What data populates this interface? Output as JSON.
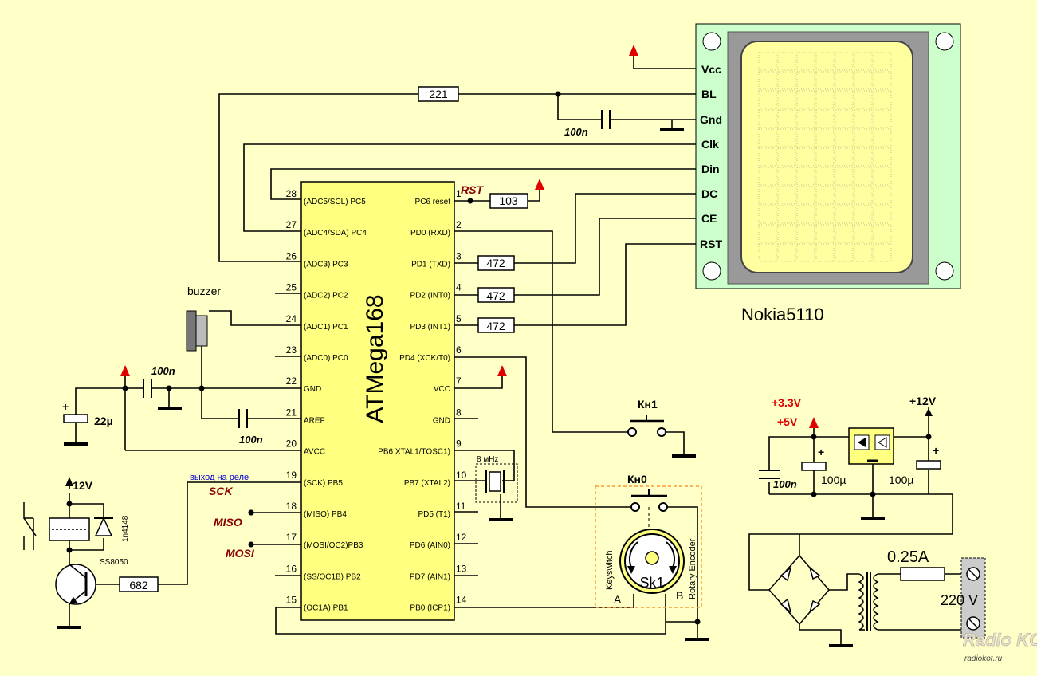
{
  "mcu": {
    "name": "ATMega168",
    "left_pins": [
      {
        "num": "28",
        "label": "(ADC5/SCL) PC5"
      },
      {
        "num": "27",
        "label": "(ADC4/SDA) PC4"
      },
      {
        "num": "26",
        "label": "(ADC3) PC3"
      },
      {
        "num": "25",
        "label": "(ADC2) PC2"
      },
      {
        "num": "24",
        "label": "(ADC1) PC1"
      },
      {
        "num": "23",
        "label": "(ADC0) PC0"
      },
      {
        "num": "22",
        "label": "GND"
      },
      {
        "num": "21",
        "label": "AREF"
      },
      {
        "num": "20",
        "label": "AVCC"
      },
      {
        "num": "19",
        "label": "(SCK) PB5"
      },
      {
        "num": "18",
        "label": "(MISO) PB4"
      },
      {
        "num": "17",
        "label": "(MOSI/OC2)PB3"
      },
      {
        "num": "16",
        "label": "(SS/OC1B) PB2"
      },
      {
        "num": "15",
        "label": "(OC1A) PB1"
      }
    ],
    "right_pins": [
      {
        "num": "1",
        "label": "PC6 reset"
      },
      {
        "num": "2",
        "label": "PD0 (RXD)"
      },
      {
        "num": "3",
        "label": "PD1 (TXD)"
      },
      {
        "num": "4",
        "label": "PD2 (INT0)"
      },
      {
        "num": "5",
        "label": "PD3 (INT1)"
      },
      {
        "num": "6",
        "label": "PD4 (XCK/T0)"
      },
      {
        "num": "7",
        "label": "VCC"
      },
      {
        "num": "8",
        "label": "GND"
      },
      {
        "num": "9",
        "label": "PB6 XTAL1/TOSC1)"
      },
      {
        "num": "10",
        "label": "PB7 (XTAL2)"
      },
      {
        "num": "11",
        "label": "PD5  (T1)"
      },
      {
        "num": "12",
        "label": "PD6 (AIN0)"
      },
      {
        "num": "13",
        "label": "PD7 (AIN1)"
      },
      {
        "num": "14",
        "label": "PB0 (ICP1)"
      }
    ]
  },
  "lcd": {
    "name": "Nokia5110",
    "pins": [
      "Vcc",
      "BL",
      "Gnd",
      "Clk",
      "Din",
      "DC",
      "CE",
      "RST"
    ]
  },
  "components": {
    "r_bl": "221",
    "r_reset": "103",
    "r1": "472",
    "r2": "472",
    "r3": "472",
    "r_base": "682",
    "c_bl": "100n",
    "c_gnd": "100n",
    "c_aref": "100n",
    "c_22u": "22µ",
    "c_ps1": "100n",
    "c_ps2": "100µ",
    "c_ps3": "100µ",
    "fuse": "0.25A",
    "mains": "220  V",
    "crystal": "8 мHz",
    "buzzer": "buzzer",
    "diode": "1n4148",
    "transistor": "SS8050",
    "btn1": "Кн1",
    "btn0": "Кн0",
    "encoder": "Sk1",
    "enc_a": "A",
    "enc_b": "B",
    "keyswitch": "Keyswitch",
    "rotary": "Rotary  Encoder"
  },
  "labels": {
    "rst": "RST",
    "sck": "SCK",
    "miso": "MISO",
    "mosi": "MOSI",
    "relay_note": "выход на реле",
    "v12_relay": "+12V",
    "v12_ps": "+12V",
    "v33": "+3.3V",
    "v5": "+5V",
    "plus": "+",
    "watermark": "Radio KOT",
    "site": "radiokot.ru"
  },
  "colors": {
    "background": "#FFFFC8",
    "chip": "#FFFF80",
    "lcd_board": "#CCFFCC",
    "lcd_frame": "#999999",
    "lcd_screen": "#FFFFA0",
    "red_label": "#8B0000",
    "vcc_arrow": "#E00000",
    "encoder_box": "#FF9933",
    "relay_note": "#0000CC"
  }
}
